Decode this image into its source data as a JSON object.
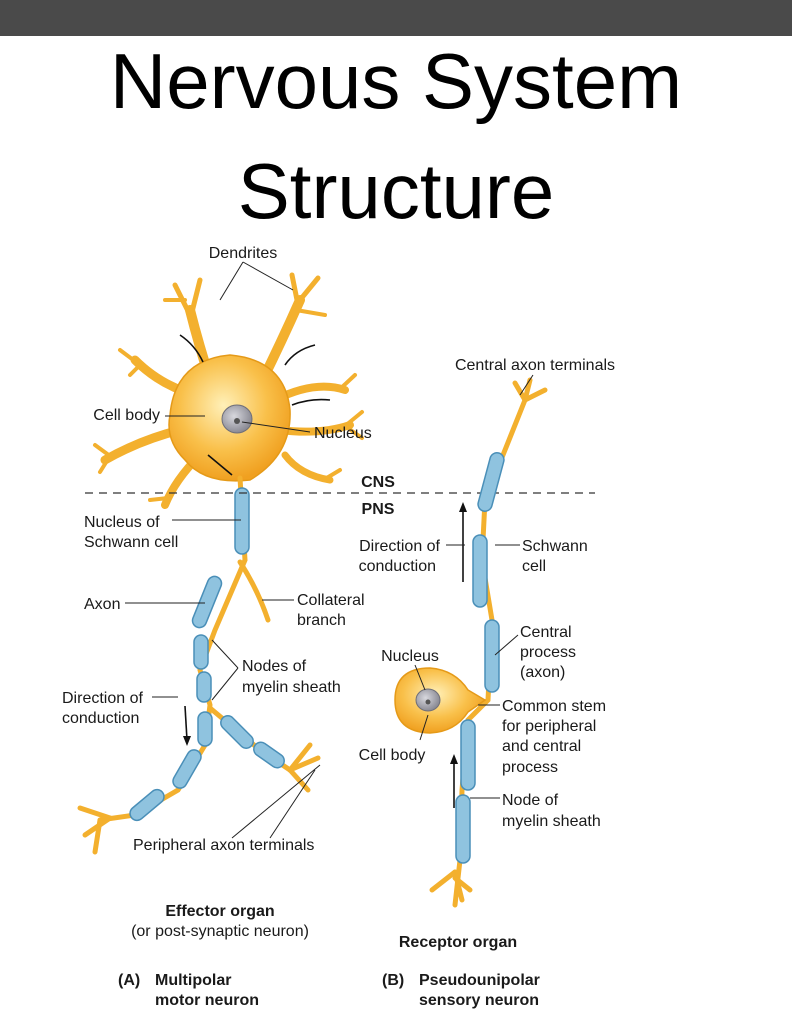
{
  "title": {
    "line1": "Nervous System",
    "line2": "Structure"
  },
  "colors": {
    "cell_fill": "#f7b733",
    "cell_light": "#fde6a0",
    "myelin": "#8fc3df",
    "myelin_edge": "#4a8fb8",
    "nucleus": "#a8a8b0",
    "header_bar": "#4a4a4a"
  },
  "labels": {
    "dendrites": "Dendrites",
    "cell_body_a": "Cell body",
    "nucleus_a": "Nucleus",
    "cns": "CNS",
    "pns": "PNS",
    "nucleus_of_schwann_1": "Nucleus of",
    "nucleus_of_schwann_2": "Schwann cell",
    "axon": "Axon",
    "collateral_1": "Collateral",
    "collateral_2": "branch",
    "nodes_1": "Nodes of",
    "nodes_2": "myelin sheath",
    "direction_a_1": "Direction of",
    "direction_a_2": "conduction",
    "peripheral_terminals": "Peripheral axon terminals",
    "effector_1": "Effector organ",
    "effector_2": "(or post-synaptic neuron)",
    "caption_a_letter": "(A)",
    "caption_a_1": "Multipolar",
    "caption_a_2": "motor neuron",
    "central_terminals": "Central axon terminals",
    "direction_b_1": "Direction of",
    "direction_b_2": "conduction",
    "schwann_1": "Schwann",
    "schwann_2": "cell",
    "central_process_1": "Central",
    "central_process_2": "process",
    "central_process_3": "(axon)",
    "nucleus_b": "Nucleus",
    "common_stem_1": "Common stem",
    "common_stem_2": "for peripheral",
    "common_stem_3": "and central",
    "common_stem_4": "process",
    "cell_body_b": "Cell body",
    "node_b_1": "Node of",
    "node_b_2": "myelin sheath",
    "receptor": "Receptor organ",
    "caption_b_letter": "(B)",
    "caption_b_1": "Pseudounipolar",
    "caption_b_2": "sensory neuron"
  }
}
